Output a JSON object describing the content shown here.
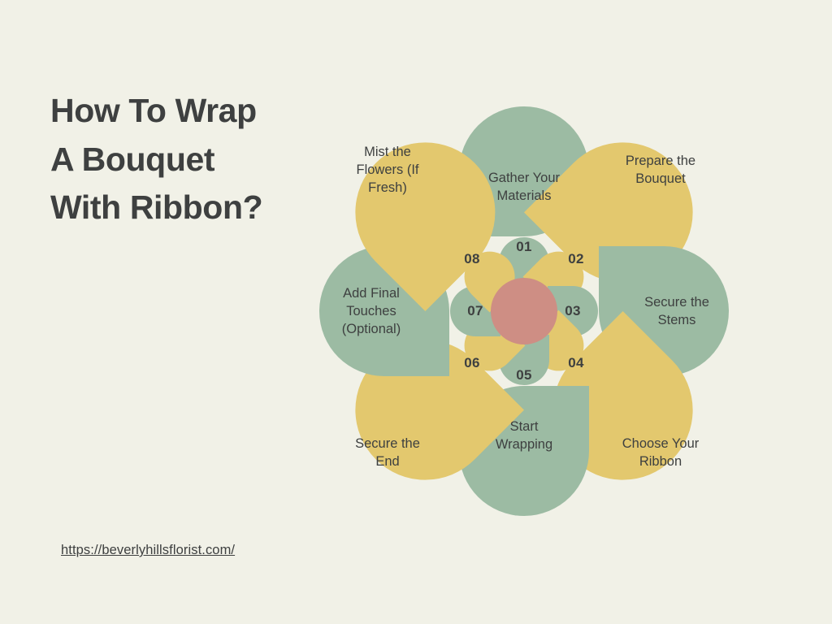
{
  "page": {
    "background_color": "#F1F1E7",
    "text_color": "#3E4040"
  },
  "header": {
    "title": "How To Wrap\nA Bouquet\nWith Ribbon?"
  },
  "footer": {
    "url": "https://beverlyhillsflorist.com/"
  },
  "diagram": {
    "type": "flower-petal-cycle",
    "center": {
      "name": "hub",
      "color": "#CE8E84"
    },
    "colors": {
      "green": "#9CBBA3",
      "yellow": "#E3C86E",
      "salmon": "#CE8E84",
      "background": "#F1F1E7",
      "text": "#3E4040"
    },
    "steps": [
      {
        "number": "01",
        "label": "Gather Your\nMaterials",
        "color": "#9CBBA3",
        "position": "top"
      },
      {
        "number": "02",
        "label": "Prepare the\nBouquet",
        "color": "#E3C86E",
        "position": "top-right"
      },
      {
        "number": "03",
        "label": "Secure the\nStems",
        "color": "#9CBBA3",
        "position": "right"
      },
      {
        "number": "04",
        "label": "Choose Your\nRibbon",
        "color": "#E3C86E",
        "position": "bottom-right"
      },
      {
        "number": "05",
        "label": "Start\nWrapping",
        "color": "#9CBBA3",
        "position": "bottom"
      },
      {
        "number": "06",
        "label": "Secure the\nEnd",
        "color": "#E3C86E",
        "position": "bottom-left"
      },
      {
        "number": "07",
        "label": "Add Final\nTouches\n(Optional)",
        "color": "#9CBBA3",
        "position": "left"
      },
      {
        "number": "08",
        "label": "Mist the\nFlowers (If\nFresh)",
        "color": "#E3C86E",
        "position": "top-left"
      }
    ]
  }
}
